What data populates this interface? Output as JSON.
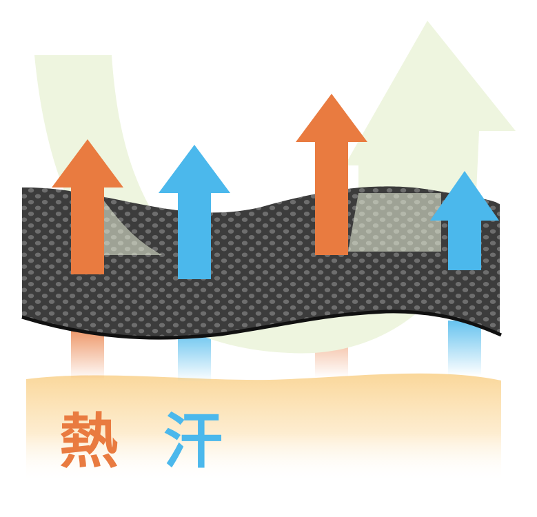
{
  "labels": {
    "heat": "熱",
    "sweat": "汗"
  },
  "colors": {
    "heat": "#E97B40",
    "sweat": "#4BB8EC",
    "airflow": "#EEF5DF",
    "skin": "#FAD79A",
    "fabric": "#3C3C3C",
    "fabric_dot": "#6E6E6E",
    "fabric_edge": "#111111"
  },
  "arrows": [
    {
      "kind": "heat"
    },
    {
      "kind": "sweat"
    },
    {
      "kind": "heat"
    },
    {
      "kind": "sweat"
    }
  ]
}
